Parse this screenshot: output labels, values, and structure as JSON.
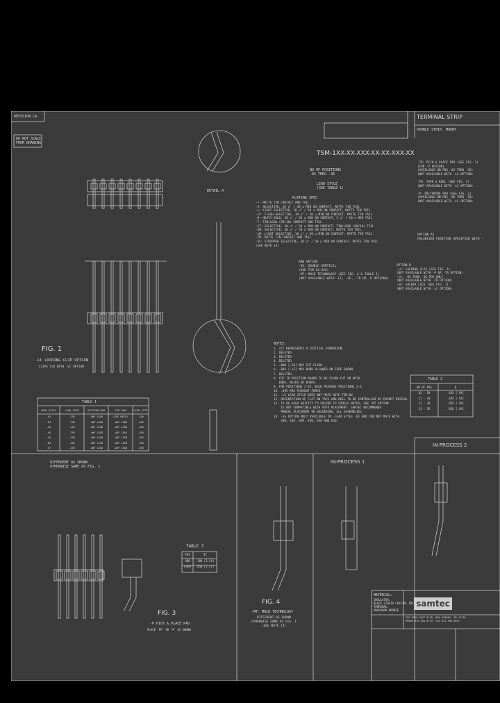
{
  "revision": "REVISION CA",
  "do_not_scale": "DO NOT SCALE\nFROM DRAWING",
  "title_block": {
    "main_title": "TERMINAL STRIP",
    "sub_title": "DOUBLE STRIP, MOUNT",
    "company": "samtec",
    "address": "520 PARK EAST BLVD, NEW ALBANY, IN 47150\nPHONE 812-944-6733  FAX 812-948-5047",
    "material_header": "MATERIAL:",
    "material_lines": "INSULATOR:\nBLACK LIQUID CRYSTAL POLYMER\nTERMINAL:\nPHOSPHOR BRONZE"
  },
  "part_code": {
    "code": "TSM-1XX-XX-XXX-XX-XX-XXX-XX",
    "no_of_positions": "NO OF POSITIONS\n-02 THRU -36",
    "lead_style": "LEAD STYLE\n(SEE TABLE 1)",
    "plating_spec_title": "PLATING SPEC",
    "plating_lines": "-F: MATTE TIN CONTACT AND TAIL\n-S: SELECTIVE, 10 u\" / 30 u MIN ON CONTACT, MATTE TIN TAIL\n-L: LIGHT SELECTIVE, 10 u\" / 30 u MIN ON CONTACT, MATTE TIN TAIL\n-LF: FLASH SELECTIVE, 10 u\" / 30 u MIN ON CONTACT, MATTE TIN TAIL\n-H: HEAVY GOLD, 30 u\" / 50 u MIN ON CONTACT, 3 u\" / 10 u MIN TAIL\n-T: TIN/LEAD (90/10) CONTACT AND TAIL\n-GT: SELECTIVE, 30 u\" / 50 u MIN ON CONTACT, TIN/LEAD (90/10) TAIL\n-SM: SELECTIVE, 30 u\" / 50 u MIN ON CONTACT, MATTE TIN TAIL\n-LM: LIGHT SELECTIVE, 10 u\" / 30 u MIN ON CONTACT, MATTE TIN TAIL\n-TM: MATTE TIN CONTACT AND TAIL\n-SS: STRIPPED SELECTIVE, 30 u\" / 50 u MIN ON CONTACT, MATTE TIN TAIL\n(SEE NOTE 14)",
    "row_option": "ROW OPTION\n-DV: DOUBLE VERTICAL\n(USE TSM-1X-XXX)\n-MT: MOLD TECHNOLOGY (SEE FIG. 4 & TABLE 1)\n(NOT AVAILABLE WITH -LC, -SE, -TR OR -P OPTIONS)",
    "right_options": "-TR: PICK & PLACE PAD (SEE FIG. 3)\n(FOR -P OPTION)\n(AVAILABLE ON POS -02 THRU -36)\n(NOT AVAILABLE WITH -LC OPTION)\n\n-TR: TAPE & REEL (SEE FIG. 2)\n(NOT AVAILABLE WITH -LC OPTION)\n\n-P: POLYAMIDE PAD (SEE FIG. 3)\n(AVAILABLE ON POS -06 THRU -36)\n(NOT AVAILABLE WITH -LC OPTION)",
    "option_a": "OPTION A2\nPOLARIZED POSITION SPECIFIED WITH -",
    "option_b": "OPTION B\n-LC: LOCKING CLIP (SEE FIG. 1)\n(NOT AVAILABLE WITH -P OR -TR OPTION)\n-LC: -05 THRU -36 POS ONLY\n(NOT AVAILABLE WITH -TR OPTION)\n-SE: SOLDER LOCK (SEE FIG. 1)\n(NOT AVAILABLE WITH -LC OPTION)"
  },
  "detail_a": "DETAIL A",
  "notes_title": "NOTES:",
  "notes": "1. (C) REPRESENTS A CRITICAL DIMENSION.\n2. DELETED\n3. DELETED\n4. DELETED\n5. .008 [.20] MAX CUT FLASH.\n6. .005 [.13] MAX BURR ALLOWED ON SIDE SHOWN.\n7. DELETED\n8. CUT TO POSITION BOARD TO BE FLUSH-CUT ON BOTH\n   ENDS, NICKS OR BURRS.\n9. FOR POSITIONS 2-35, BULK PACKAGE POSITIONS 2-4.\n10. .095 MAX PUSHOUT FORCE.\n11. -LC LEAD STYLE DOES NOT MATE WITH TSM-DV.\n12. ORIENTATION OF FLAT ON TAPE AND REEL TO BE CONTROLLED BY POCKET DESIGN.\n13. TO BE HIGH ABILITY TO SOLDER TO SINGLE NOTES, SEE -MT OPTION\n    IS NOT COMPATIBLE WITH AUTO PLACEMENT. SAMTEC RECOMMENDS\n    MANUAL PLACEMENT OR SOLDERING. ALL ASSEMBLIES.\n14. -SS OPTION ONLY AVAILABLE IN -LEAD STYLE -01 AND CAN NOT MATE WITH\n    SSW, SSQ, SSM, ESW, ESQ AND ESQ.",
  "fig1": {
    "label": "FIG. 1",
    "sub": "-LC LOCKING CLIP OPTION",
    "sub2": "CLIPS 5/6 WITH -LC OPTION"
  },
  "fig3": {
    "label": "FIG. 3",
    "sub": "-P PICK & PLACE PAD",
    "sub2": "PLACE 'PP' OR 'P' AS SHOWN"
  },
  "fig4": {
    "label": "FIG. 4",
    "sub": "-MT: MOLD TECHNOLOGY",
    "sub2": "DIFFERENT AS SHOWN\nOTHERWISE SAME AS FIG. 1\n(SEE NOTE 13)"
  },
  "different_as_shown": "DIFFERENT AS SHOWN\nOTHERWISE SAME AS FIG. 1",
  "in_process_1": "IN-PROCESS 1",
  "in_process_2": "IN-PROCESS 2",
  "table1": {
    "title": "TABLE 1",
    "headers": [
      "LEAD STYLE",
      "LEAD SIZE",
      "SECTION DIM",
      "TOP ROW",
      "LEAD SIZE"
    ],
    "rows": [
      [
        "-01",
        ".230",
        ".ANY LEAD",
        "(SEE NOTE)",
        ".100"
      ],
      [
        "-02",
        ".230",
        ".ANY LEAD",
        ".ANY LEAD",
        ".300"
      ],
      [
        "-03",
        ".230",
        ".ANY LEAD",
        ".ANY LEAD",
        ".300"
      ],
      [
        "-04",
        ".230",
        ".ANY LEAD",
        ".ANY LEAD",
        ".300"
      ],
      [
        "-05",
        ".250",
        ".ANY LEAD",
        ".ANY LEAD",
        ".300"
      ],
      [
        "-06",
        ".250",
        ".ANY LEAD",
        ".ANY LEAD",
        ".300"
      ],
      [
        "-07",
        ".250",
        ".ANY LEAD",
        ".ANY LEAD",
        ".300"
      ]
    ]
  },
  "table2": {
    "title": "TABLE 2",
    "headers": [
      "NO OF POS",
      "B"
    ],
    "rows": [
      [
        "02 - 10",
        ".XXX [.XX]"
      ],
      [
        "11 - 20",
        ".XXX [.XX]"
      ],
      [
        "21 - 30",
        ".XXX [.XX]"
      ],
      [
        "31 - 36",
        ".XXX [.XX]"
      ]
    ]
  },
  "table3": {
    "title": "TABLE 3",
    "headers": [
      "POS",
      "\"E\""
    ],
    "rows": [
      [
        "ODD",
        ".100 [2.54]"
      ],
      [
        "EVEN",
        ".050 [1.27]"
      ]
    ]
  }
}
